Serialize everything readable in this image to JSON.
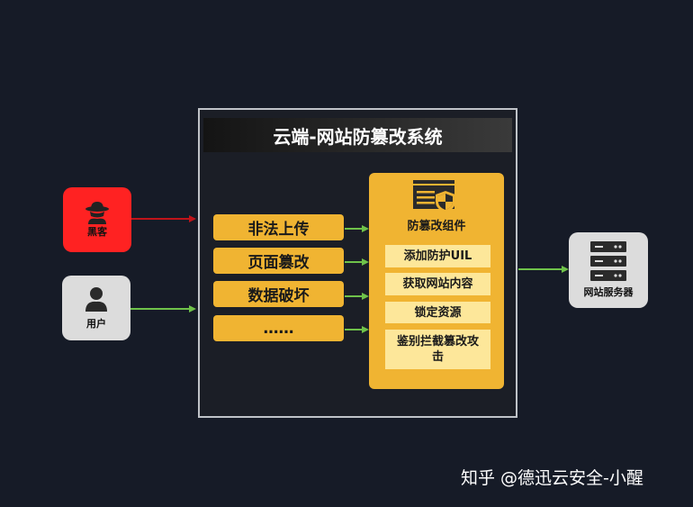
{
  "title": "云端-网站防篡改系统",
  "actors": {
    "hacker": "黑客",
    "user": "用户",
    "server": "网站服务器"
  },
  "threats": [
    "非法上传",
    "页面篡改",
    "数据破坏",
    "……"
  ],
  "component": {
    "label": "防篡改组件",
    "steps": [
      "添加防护UIL",
      "获取网站内容",
      "锁定资源",
      "鉴别拦截篡改攻击"
    ]
  },
  "watermark": "知乎 @德迅云安全-小醒",
  "colors": {
    "accent": "#f0b432",
    "hacker": "#ff2222",
    "arrow_green": "#6fc24a",
    "arrow_red": "#c0141a"
  }
}
